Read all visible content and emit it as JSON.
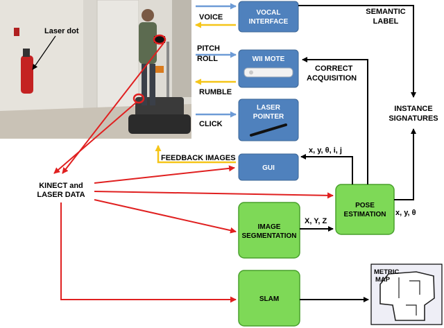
{
  "photo": {
    "laser_dot_label": "Laser dot"
  },
  "nodes": {
    "vocal_interface": {
      "lines": [
        "VOCAL",
        "INTERFACE"
      ]
    },
    "wii_mote": {
      "lines": [
        "WII MOTE"
      ]
    },
    "laser_pointer": {
      "lines": [
        "LASER",
        "POINTER"
      ]
    },
    "gui": {
      "lines": [
        "GUI"
      ]
    },
    "pose_estimation": {
      "lines": [
        "POSE",
        "ESTIMATION"
      ]
    },
    "image_segmentation": {
      "lines": [
        "IMAGE",
        "SEGMENTATION"
      ]
    },
    "slam": {
      "lines": [
        "SLAM"
      ]
    },
    "kinect_laser": {
      "lines": [
        "KINECT and",
        "LASER DATA"
      ]
    },
    "instance_signatures": {
      "lines": [
        "INSTANCE",
        "SIGNATURES"
      ]
    },
    "semantic_label": {
      "lines": [
        "SEMANTIC",
        "LABEL"
      ]
    },
    "metric_map": {
      "lines": [
        "METRIC",
        "MAP"
      ]
    }
  },
  "edge_labels": {
    "voice": "VOICE",
    "pitch": "PITCH",
    "roll": "ROLL",
    "rumble": "RUMBLE",
    "click": "CLICK",
    "feedback_images": "FEEDBACK IMAGES",
    "correct": "CORRECT",
    "acquisition": "ACQUISITION",
    "gui_pose": "x, y, θ, i, j",
    "seg_pose": "X, Y, Z",
    "pose_out": "x, y, θ"
  },
  "colors": {
    "blue_box": "#4f81bd",
    "green_box": "#7ed957",
    "arrow_blue": "#6d9bd6",
    "arrow_yellow": "#f5c518",
    "arrow_red": "#e02020",
    "arrow_black": "#000000"
  }
}
